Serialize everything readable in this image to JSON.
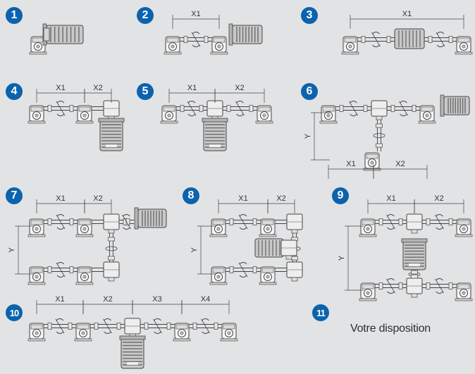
{
  "badges": [
    "1",
    "2",
    "3",
    "4",
    "5",
    "6",
    "7",
    "8",
    "9",
    "10",
    "11"
  ],
  "custom_label": "Votre disposition",
  "dimension_labels": {
    "x1": "X1",
    "x2": "X2",
    "x3": "X3",
    "x4": "X4",
    "y": "Y"
  },
  "colors": {
    "badge": "#0b63ad",
    "background": "#e2e3e5",
    "line": "#444444"
  }
}
